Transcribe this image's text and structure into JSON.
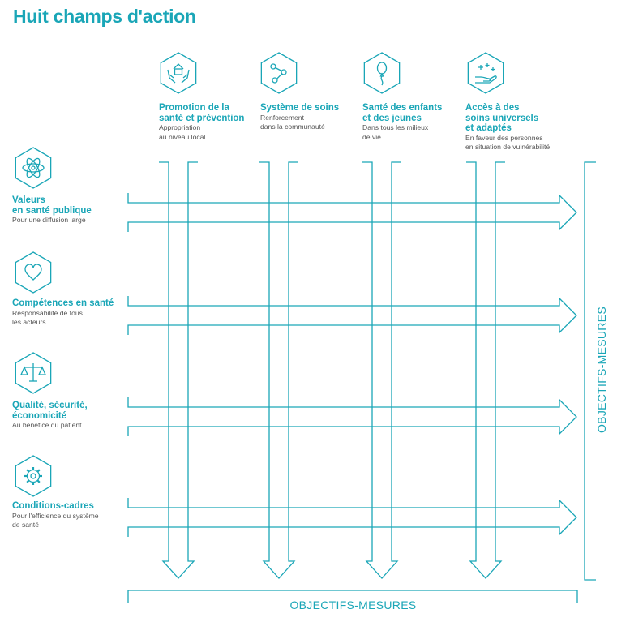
{
  "title": "Huit champs d'action",
  "columns": [
    {
      "icon": "hands-house-icon",
      "heading": [
        "Promotion de la",
        "santé et prévention"
      ],
      "sub": [
        "Appropriation",
        "au niveau local"
      ]
    },
    {
      "icon": "network-nodes-icon",
      "heading": [
        "Système de soins"
      ],
      "sub": [
        "Renforcement",
        "dans la communauté"
      ]
    },
    {
      "icon": "balloon-icon",
      "heading": [
        "Santé des enfants",
        "et des jeunes"
      ],
      "sub": [
        "Dans tous les milieux",
        "de vie"
      ]
    },
    {
      "icon": "hand-stars-icon",
      "heading": [
        "Accès à des",
        "soins universels",
        "et adaptés"
      ],
      "sub": [
        "En faveur des personnes",
        "en situation de vulnérabilité"
      ]
    }
  ],
  "rows": [
    {
      "icon": "atom-icon",
      "heading": [
        "Valeurs",
        "en santé publique"
      ],
      "sub": [
        "Pour une diffusion large"
      ]
    },
    {
      "icon": "heart-icon",
      "heading": [
        "Compétences en santé"
      ],
      "sub": [
        "Responsabilité de tous",
        "les acteurs"
      ]
    },
    {
      "icon": "scales-icon",
      "heading": [
        "Qualité, sécurité,",
        "économicité"
      ],
      "sub": [
        "Au bénéfice du patient"
      ]
    },
    {
      "icon": "gear-icon",
      "heading": [
        "Conditions-cadres"
      ],
      "sub": [
        "Pour l'efficience du système",
        "de santé"
      ]
    }
  ],
  "axis_bottom": "OBJECTIFS-MESURES",
  "axis_right": "OBJECTIFS-MESURES",
  "colors": {
    "accent": "#1aa6b7",
    "text": "#555555"
  }
}
